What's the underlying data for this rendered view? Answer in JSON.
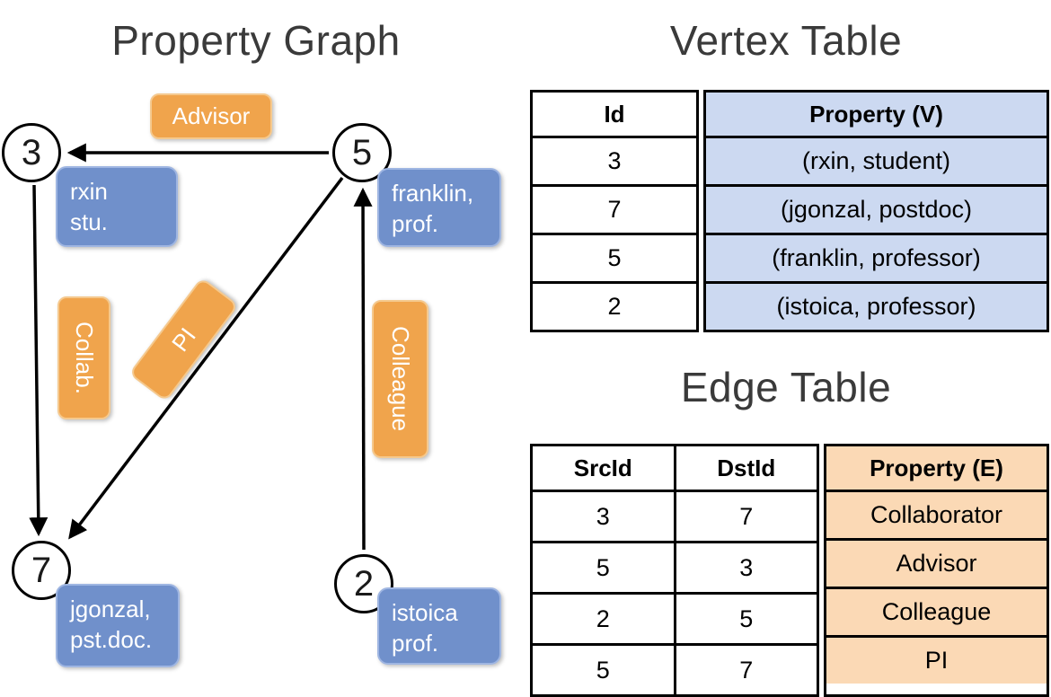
{
  "titles": {
    "graph": "Property Graph",
    "vertex_table": "Vertex Table",
    "edge_table": "Edge Table"
  },
  "graph": {
    "vertices": [
      {
        "id": "3",
        "property_line1": "rxin",
        "property_line2": "stu."
      },
      {
        "id": "5",
        "property_line1": "franklin,",
        "property_line2": "prof."
      },
      {
        "id": "7",
        "property_line1": "jgonzal,",
        "property_line2": "pst.doc."
      },
      {
        "id": "2",
        "property_line1": "istoica",
        "property_line2": "prof."
      }
    ],
    "edge_labels": [
      {
        "label": "Advisor"
      },
      {
        "label": "Collab."
      },
      {
        "label": "PI"
      },
      {
        "label": "Colleague"
      }
    ]
  },
  "vertex_table": {
    "headers": {
      "id": "Id",
      "property": "Property (V)"
    },
    "rows": [
      {
        "id": "3",
        "property": "(rxin, student)"
      },
      {
        "id": "7",
        "property": "(jgonzal, postdoc)"
      },
      {
        "id": "5",
        "property": "(franklin, professor)"
      },
      {
        "id": "2",
        "property": "(istoica, professor)"
      }
    ]
  },
  "edge_table": {
    "headers": {
      "src": "SrcId",
      "dst": "DstId",
      "property": "Property (E)"
    },
    "rows": [
      {
        "src": "3",
        "dst": "7",
        "property": "Collaborator"
      },
      {
        "src": "5",
        "dst": "3",
        "property": "Advisor"
      },
      {
        "src": "2",
        "dst": "5",
        "property": "Colleague"
      },
      {
        "src": "5",
        "dst": "7",
        "property": "PI"
      }
    ]
  },
  "colors": {
    "title_color": "#3a3a3a",
    "vertex_box_fill": "#7090cb",
    "vertex_box_border": "#9fb6e2",
    "edge_box_fill": "#f0a44c",
    "edge_box_border": "#f5c98e",
    "vertex_table_fill": "#ccd9f1",
    "edge_table_fill": "#fbd9b5"
  }
}
